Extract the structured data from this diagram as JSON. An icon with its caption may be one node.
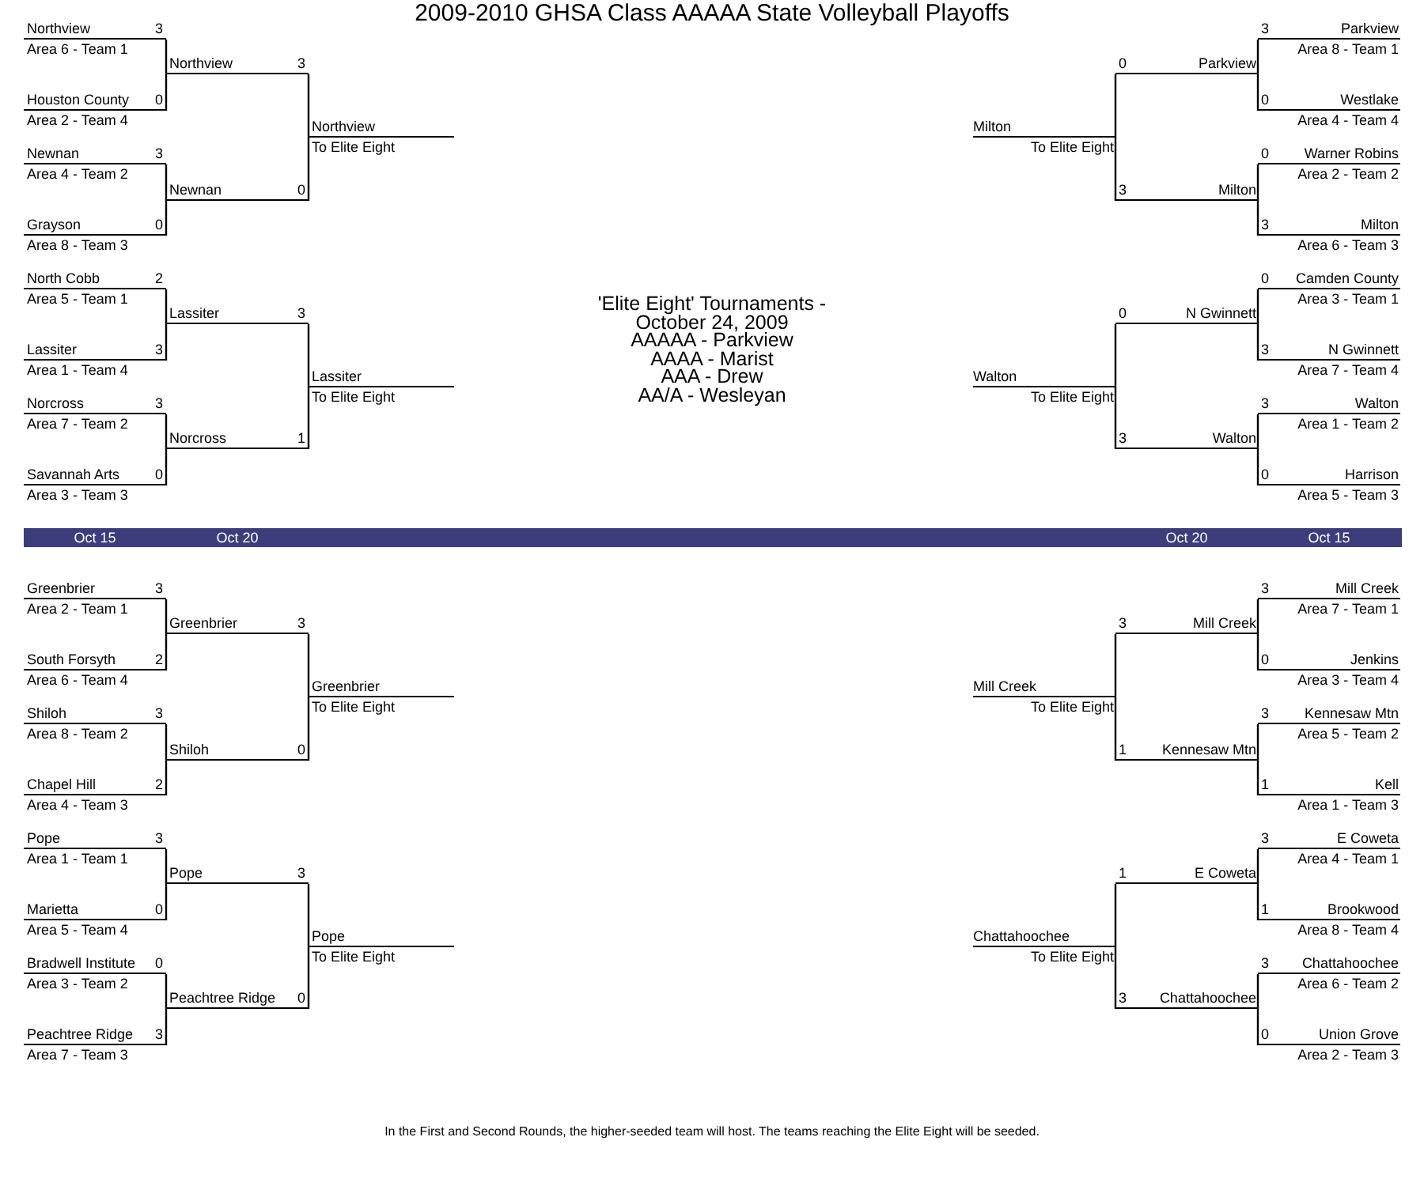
{
  "diagram": {
    "title": "2009-2010 GHSA Class AAAAA State Volleyball Playoffs",
    "nodes": [
      {
        "text": [
          "Northview",
          "Area 6 - Team 1"
        ],
        "beside": [
          "3"
        ]
      },
      {
        "text": [
          "Houston County",
          "Area 2 - Team 4"
        ],
        "beside": [
          "0"
        ]
      },
      {
        "text": [
          "Newnan",
          "Area 4 - Team 2"
        ],
        "beside": [
          "3"
        ]
      },
      {
        "text": [
          "Grayson",
          "Area 8 - Team 3"
        ],
        "beside": [
          "0"
        ]
      },
      {
        "text": [
          "North Cobb",
          "Area 5 - Team 1"
        ],
        "beside": [
          "2"
        ]
      },
      {
        "text": [
          "Lassiter",
          "Area 1 - Team 4"
        ],
        "beside": [
          "3"
        ]
      },
      {
        "text": [
          "Norcross",
          "Area 7 - Team 2"
        ],
        "beside": [
          "3"
        ]
      },
      {
        "text": [
          "Savannah Arts",
          "Area 3 - Team 3"
        ],
        "beside": [
          "0"
        ]
      },
      {
        "text": [
          "Northview"
        ],
        "beside": [
          "3"
        ]
      },
      {
        "text": [
          "Newnan"
        ],
        "beside": [
          "0"
        ]
      },
      {
        "text": [
          "Lassiter"
        ],
        "beside": [
          "3"
        ]
      },
      {
        "text": [
          "Norcross"
        ],
        "beside": [
          "1"
        ]
      },
      {
        "text": [
          "Northview",
          "To Elite Eight"
        ]
      },
      {
        "text": [
          "Lassiter",
          "To Elite Eight"
        ]
      },
      {
        "text": [
          "Parkview",
          "Area 8 - Team 1"
        ],
        "beside": [
          "3"
        ]
      },
      {
        "text": [
          "Westlake",
          "Area 4 - Team 4"
        ],
        "beside": [
          "0"
        ]
      },
      {
        "text": [
          "Warner Robins",
          "Area 2 - Team 2"
        ],
        "beside": [
          "0"
        ]
      },
      {
        "text": [
          "Milton",
          "Area 6 - Team 3"
        ],
        "beside": [
          "3"
        ]
      },
      {
        "text": [
          "Camden County",
          "Area 3 - Team 1"
        ],
        "beside": [
          "0"
        ]
      },
      {
        "text": [
          "N Gwinnett",
          "Area 7 - Team 4"
        ],
        "beside": [
          "3"
        ]
      },
      {
        "text": [
          "Walton",
          "Area 1 - Team 2"
        ],
        "beside": [
          "3"
        ]
      },
      {
        "text": [
          "Harrison",
          "Area 5 - Team 3"
        ],
        "beside": [
          "0"
        ]
      },
      {
        "text": [
          "Parkview"
        ],
        "beside": [
          "0"
        ]
      },
      {
        "text": [
          "Milton"
        ],
        "beside": [
          "3"
        ]
      },
      {
        "text": [
          "N Gwinnett"
        ],
        "beside": [
          "0"
        ]
      },
      {
        "text": [
          "Walton"
        ],
        "beside": [
          "3"
        ]
      },
      {
        "text": [
          "Milton",
          "To Elite Eight"
        ]
      },
      {
        "text": [
          "Walton",
          "To Elite Eight"
        ]
      },
      {
        "text": [
          "Greenbrier",
          "Area 2 - Team 1"
        ],
        "beside": [
          "3"
        ]
      },
      {
        "text": [
          "South Forsyth",
          "Area 6 - Team 4"
        ],
        "beside": [
          "2"
        ]
      },
      {
        "text": [
          "Shiloh",
          "Area 8 - Team 2"
        ],
        "beside": [
          "3"
        ]
      },
      {
        "text": [
          "Chapel Hill",
          "Area 4 - Team 3"
        ],
        "beside": [
          "2"
        ]
      },
      {
        "text": [
          "Pope",
          "Area 1 - Team 1"
        ],
        "beside": [
          "3"
        ]
      },
      {
        "text": [
          "Marietta",
          "Area 5 - Team 4"
        ],
        "beside": [
          "0"
        ]
      },
      {
        "text": [
          "Bradwell Institute",
          "Area 3 - Team 2"
        ],
        "beside": [
          "0"
        ]
      },
      {
        "text": [
          "Peachtree Ridge",
          "Area 7 - Team 3"
        ],
        "beside": [
          "3"
        ]
      },
      {
        "text": [
          "Greenbrier"
        ],
        "beside": [
          "3"
        ]
      },
      {
        "text": [
          "Shiloh"
        ],
        "beside": [
          "0"
        ]
      },
      {
        "text": [
          "Pope"
        ],
        "beside": [
          "3"
        ]
      },
      {
        "text": [
          "Peachtree Ridge"
        ],
        "beside": [
          "0"
        ]
      },
      {
        "text": [
          "Greenbrier",
          "To Elite Eight"
        ]
      },
      {
        "text": [
          "Pope",
          "To Elite Eight"
        ]
      },
      {
        "text": [
          "Mill Creek",
          "Area 7 - Team 1"
        ],
        "beside": [
          "3"
        ]
      },
      {
        "text": [
          "Jenkins",
          "Area 3 - Team 4"
        ],
        "beside": [
          "0"
        ]
      },
      {
        "text": [
          "Kennesaw Mtn",
          "Area 5 - Team 2"
        ],
        "beside": [
          "3"
        ]
      },
      {
        "text": [
          "Kell",
          "Area 1 - Team 3"
        ],
        "beside": [
          "1"
        ]
      },
      {
        "text": [
          "E Coweta",
          "Area 4 - Team 1"
        ],
        "beside": [
          "3"
        ]
      },
      {
        "text": [
          "Brookwood",
          "Area 8 - Team 4"
        ],
        "beside": [
          "1"
        ]
      },
      {
        "text": [
          "Chattahoochee",
          "Area 6 - Team 2"
        ],
        "beside": [
          "3"
        ]
      },
      {
        "text": [
          "Union Grove",
          "Area 2 - Team 3"
        ],
        "beside": [
          "0"
        ]
      },
      {
        "text": [
          "Mill Creek"
        ],
        "beside": [
          "3"
        ]
      },
      {
        "text": [
          "Kennesaw Mtn"
        ],
        "beside": [
          "1"
        ]
      },
      {
        "text": [
          "E Coweta"
        ],
        "beside": [
          "1"
        ]
      },
      {
        "text": [
          "Chattahoochee"
        ],
        "beside": [
          "3"
        ]
      },
      {
        "text": [
          "Mill Creek",
          "To Elite Eight"
        ]
      },
      {
        "text": [
          "Chattahoochee",
          "To Elite Eight"
        ]
      }
    ],
    "edges": [
      {
        "from": 0,
        "to": 8,
        "arrow": "none"
      },
      {
        "from": 1,
        "to": 8,
        "arrow": "none"
      },
      {
        "from": 2,
        "to": 9,
        "arrow": "none"
      },
      {
        "from": 3,
        "to": 9,
        "arrow": "none"
      },
      {
        "from": 4,
        "to": 10,
        "arrow": "none"
      },
      {
        "from": 5,
        "to": 10,
        "arrow": "none"
      },
      {
        "from": 6,
        "to": 11,
        "arrow": "none"
      },
      {
        "from": 7,
        "to": 11,
        "arrow": "none"
      },
      {
        "from": 8,
        "to": 12,
        "arrow": "none"
      },
      {
        "from": 9,
        "to": 12,
        "arrow": "none"
      },
      {
        "from": 10,
        "to": 13,
        "arrow": "none"
      },
      {
        "from": 11,
        "to": 13,
        "arrow": "none"
      },
      {
        "from": 14,
        "to": 22,
        "arrow": "none"
      },
      {
        "from": 15,
        "to": 22,
        "arrow": "none"
      },
      {
        "from": 16,
        "to": 23,
        "arrow": "none"
      },
      {
        "from": 17,
        "to": 23,
        "arrow": "none"
      },
      {
        "from": 18,
        "to": 24,
        "arrow": "none"
      },
      {
        "from": 19,
        "to": 24,
        "arrow": "none"
      },
      {
        "from": 20,
        "to": 25,
        "arrow": "none"
      },
      {
        "from": 21,
        "to": 25,
        "arrow": "none"
      },
      {
        "from": 22,
        "to": 26,
        "arrow": "none"
      },
      {
        "from": 23,
        "to": 26,
        "arrow": "none"
      },
      {
        "from": 24,
        "to": 27,
        "arrow": "none"
      },
      {
        "from": 25,
        "to": 27,
        "arrow": "none"
      },
      {
        "from": 28,
        "to": 36,
        "arrow": "none"
      },
      {
        "from": 29,
        "to": 36,
        "arrow": "none"
      },
      {
        "from": 30,
        "to": 37,
        "arrow": "none"
      },
      {
        "from": 31,
        "to": 37,
        "arrow": "none"
      },
      {
        "from": 32,
        "to": 38,
        "arrow": "none"
      },
      {
        "from": 33,
        "to": 38,
        "arrow": "none"
      },
      {
        "from": 34,
        "to": 39,
        "arrow": "none"
      },
      {
        "from": 35,
        "to": 39,
        "arrow": "none"
      },
      {
        "from": 36,
        "to": 40,
        "arrow": "none"
      },
      {
        "from": 37,
        "to": 40,
        "arrow": "none"
      },
      {
        "from": 38,
        "to": 41,
        "arrow": "none"
      },
      {
        "from": 39,
        "to": 41,
        "arrow": "none"
      },
      {
        "from": 42,
        "to": 50,
        "arrow": "none"
      },
      {
        "from": 43,
        "to": 50,
        "arrow": "none"
      },
      {
        "from": 44,
        "to": 51,
        "arrow": "none"
      },
      {
        "from": 45,
        "to": 51,
        "arrow": "none"
      },
      {
        "from": 46,
        "to": 52,
        "arrow": "none"
      },
      {
        "from": 47,
        "to": 52,
        "arrow": "none"
      },
      {
        "from": 48,
        "to": 53,
        "arrow": "none"
      },
      {
        "from": 49,
        "to": 53,
        "arrow": "none"
      },
      {
        "from": 50,
        "to": 54,
        "arrow": "none"
      },
      {
        "from": 51,
        "to": 54,
        "arrow": "none"
      },
      {
        "from": 52,
        "to": 55,
        "arrow": "none"
      },
      {
        "from": 53,
        "to": 55,
        "arrow": "none"
      }
    ],
    "labels": [
      "'Elite Eight' Tournaments - October 24, 2009",
      "AAAAA - Parkview",
      "AAAA - Marist",
      "AAA - Drew",
      "AA/A - Wesleyan",
      "Oct 15",
      "Oct 20",
      "Oct 20",
      "Oct 15",
      "In the First and Second Rounds, the higher-seeded team will host.  The teams reaching the Elite Eight will be seeded."
    ]
  }
}
